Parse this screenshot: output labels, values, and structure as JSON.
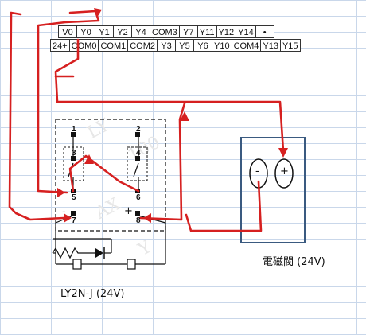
{
  "plc_terminals": {
    "top": [
      "V0",
      "Y0",
      "Y1",
      "Y2",
      "Y4",
      "COM3",
      "Y7",
      "Y11",
      "Y12",
      "Y14",
      "•"
    ],
    "bottom": [
      "24+",
      "COM0",
      "COM1",
      "COM2",
      "Y3",
      "Y5",
      "Y6",
      "Y10",
      "COM4",
      "Y13",
      "Y15"
    ]
  },
  "relay": {
    "pins": [
      "1",
      "2",
      "3",
      "4",
      "5",
      "6",
      "7",
      "8"
    ],
    "minus_symbol": "-",
    "plus_symbol": "+",
    "caption": "LY2N-J  (24V)"
  },
  "valve": {
    "minus_symbol": "-",
    "plus_symbol": "+",
    "caption": "電磁閥 (24V)"
  },
  "watermark": [
    "LY",
    "100",
    "AX",
    "Y"
  ],
  "colors": {
    "wire_red": "#d62020",
    "valve_box": "#3a5a80",
    "grid": "#c9d7ea",
    "diagram_black": "#111111"
  }
}
